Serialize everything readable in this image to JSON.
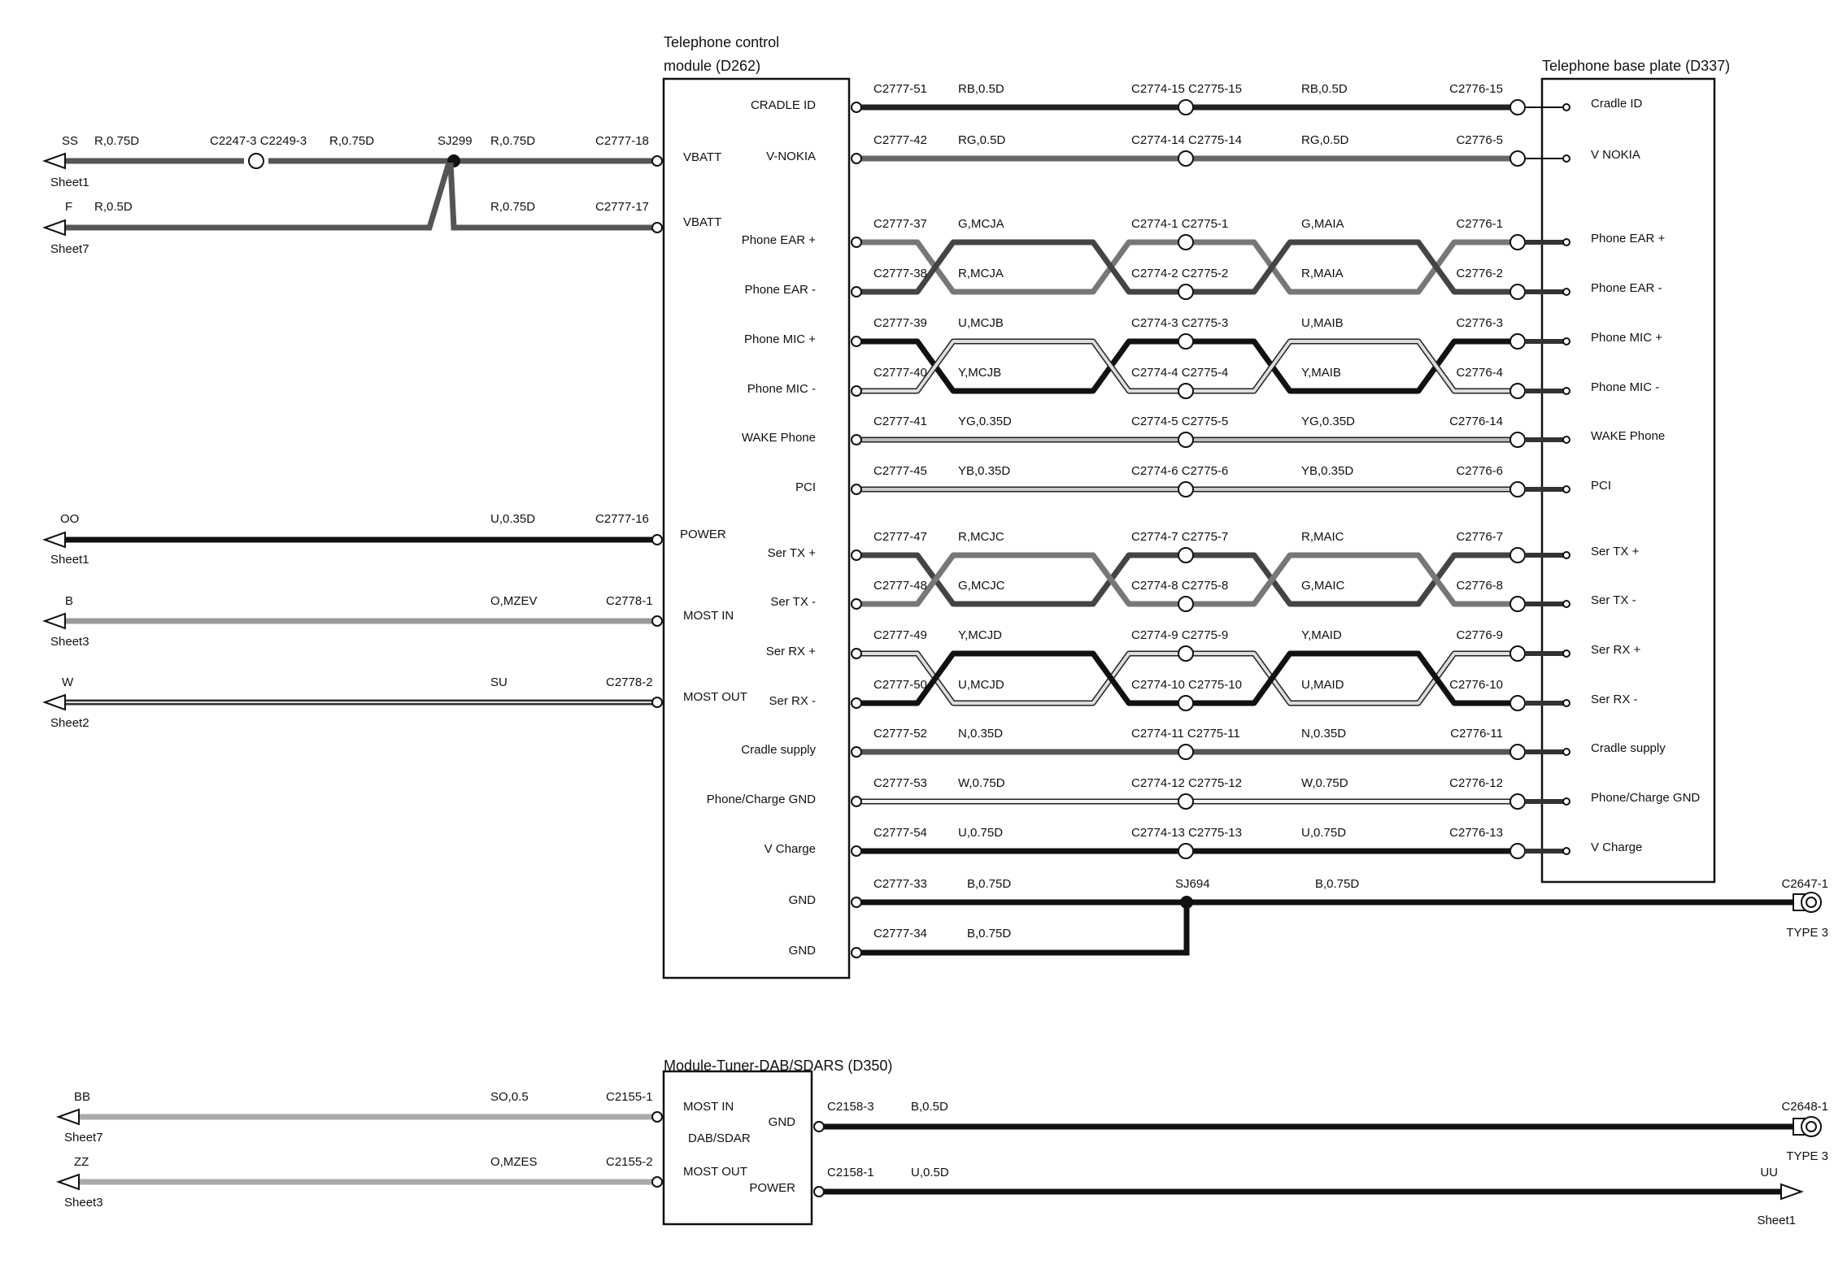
{
  "modules": {
    "tcm": {
      "title_line1": "Telephone control",
      "title_line2": "module (D262)"
    },
    "tbp": {
      "title": "Telephone base plate (D337)"
    },
    "tuner": {
      "title": "Module-Tuner-DAB/SDARS (D350)",
      "center_label": "DAB/SDAR"
    }
  },
  "left_signals": [
    {
      "name": "SS",
      "sheet": "Sheet1",
      "wire_a": "R,0.75D",
      "splice_conn": "C2247-3 C2249-3",
      "wire_b": "R,0.75D",
      "splice_node": "SJ299",
      "wire_c": "R,0.75D",
      "conn": "C2777-18",
      "pin": "VBATT",
      "color": "#555555"
    },
    {
      "name": "F",
      "sheet": "Sheet7",
      "wire_a": "R,0.5D",
      "wire_c": "R,0.75D",
      "conn": "C2777-17",
      "pin": "VBATT",
      "color": "#555555"
    },
    {
      "name": "OO",
      "sheet": "Sheet1",
      "wire_c": "U,0.35D",
      "conn": "C2777-16",
      "pin": "POWER",
      "color": "#111111"
    },
    {
      "name": "B",
      "sheet": "Sheet3",
      "wire_c": "O,MZEV",
      "conn": "C2778-1",
      "pin": "MOST IN",
      "color": "#999999"
    },
    {
      "name": "W",
      "sheet": "Sheet2",
      "wire_c": "SU",
      "conn": "C2778-2",
      "pin": "MOST OUT",
      "color": "#333333"
    }
  ],
  "phone_lines": [
    {
      "tcm_pin": "CRADLE ID",
      "c1": "C2777-51",
      "w1": "RB,0.5D",
      "c2": "C2774-15 C2775-15",
      "w2": "RB,0.5D",
      "c3": "C2776-15",
      "tbp_pin": "Cradle ID",
      "color": "#222222"
    },
    {
      "tcm_pin": "V-NOKIA",
      "c1": "C2777-42",
      "w1": "RG,0.5D",
      "c2": "C2774-14 C2775-14",
      "w2": "RG,0.5D",
      "c3": "C2776-5",
      "tbp_pin": "V NOKIA",
      "color": "#666666"
    },
    {
      "tcm_pin": "Phone EAR +",
      "c1": "C2777-37",
      "w1": "G,MCJA",
      "c2": "C2774-1 C2775-1",
      "w2": "G,MAIA",
      "c3": "C2776-1",
      "tbp_pin": "Phone EAR +",
      "color": "#777777"
    },
    {
      "tcm_pin": "Phone EAR -",
      "c1": "C2777-38",
      "w1": "R,MCJA",
      "c2": "C2774-2 C2775-2",
      "w2": "R,MAIA",
      "c3": "C2776-2",
      "tbp_pin": "Phone EAR -",
      "color": "#444444"
    },
    {
      "tcm_pin": "Phone MIC +",
      "c1": "C2777-39",
      "w1": "U,MCJB",
      "c2": "C2774-3 C2775-3",
      "w2": "U,MAIB",
      "c3": "C2776-3",
      "tbp_pin": "Phone MIC +",
      "color": "#111111"
    },
    {
      "tcm_pin": "Phone MIC -",
      "c1": "C2777-40",
      "w1": "Y,MCJB",
      "c2": "C2774-4 C2775-4",
      "w2": "Y,MAIB",
      "c3": "C2776-4",
      "tbp_pin": "Phone MIC -",
      "color": "#dddddd"
    },
    {
      "tcm_pin": "WAKE Phone",
      "c1": "C2777-41",
      "w1": "YG,0.35D",
      "c2": "C2774-5 C2775-5",
      "w2": "YG,0.35D",
      "c3": "C2776-14",
      "tbp_pin": "WAKE Phone",
      "color": "#bbbbbb"
    },
    {
      "tcm_pin": "PCI",
      "c1": "C2777-45",
      "w1": "YB,0.35D",
      "c2": "C2774-6 C2775-6",
      "w2": "YB,0.35D",
      "c3": "C2776-6",
      "tbp_pin": "PCI",
      "color": "#cccccc"
    },
    {
      "tcm_pin": "Ser TX +",
      "c1": "C2777-47",
      "w1": "R,MCJC",
      "c2": "C2774-7 C2775-7",
      "w2": "R,MAIC",
      "c3": "C2776-7",
      "tbp_pin": "Ser TX +",
      "color": "#444444"
    },
    {
      "tcm_pin": "Ser TX -",
      "c1": "C2777-48",
      "w1": "G,MCJC",
      "c2": "C2774-8 C2775-8",
      "w2": "G,MAIC",
      "c3": "C2776-8",
      "tbp_pin": "Ser TX -",
      "color": "#777777"
    },
    {
      "tcm_pin": "Ser RX +",
      "c1": "C2777-49",
      "w1": "Y,MCJD",
      "c2": "C2774-9 C2775-9",
      "w2": "Y,MAID",
      "c3": "C2776-9",
      "tbp_pin": "Ser RX +",
      "color": "#dddddd"
    },
    {
      "tcm_pin": "Ser RX -",
      "c1": "C2777-50",
      "w1": "U,MCJD",
      "c2": "C2774-10 C2775-10",
      "w2": "U,MAID",
      "c3": "C2776-10",
      "tbp_pin": "Ser RX -",
      "color": "#111111"
    },
    {
      "tcm_pin": "Cradle supply",
      "c1": "C2777-52",
      "w1": "N,0.35D",
      "c2": "C2774-11 C2775-11",
      "w2": "N,0.35D",
      "c3": "C2776-11",
      "tbp_pin": "Cradle supply",
      "color": "#555555"
    },
    {
      "tcm_pin": "Phone/Charge GND",
      "c1": "C2777-53",
      "w1": "W,0.75D",
      "c2": "C2774-12 C2775-12",
      "w2": "W,0.75D",
      "c3": "C2776-12",
      "tbp_pin": "Phone/Charge GND",
      "color": "#f4f4f4"
    },
    {
      "tcm_pin": "V Charge",
      "c1": "C2777-54",
      "w1": "U,0.75D",
      "c2": "C2774-13 C2775-13",
      "w2": "U,0.75D",
      "c3": "C2776-13",
      "tbp_pin": "V Charge",
      "color": "#111111"
    }
  ],
  "ground": {
    "pin1": "GND",
    "conn1": "C2777-33",
    "wire1": "B,0.75D",
    "pin2": "GND",
    "conn2": "C2777-34",
    "wire2": "B,0.75D",
    "splice": "SJ694",
    "wire3": "B,0.75D",
    "eyelet_conn": "C2647-1",
    "eyelet_type": "TYPE 3"
  },
  "tuner_inputs": [
    {
      "name": "BB",
      "sheet": "Sheet7",
      "wire": "SO,0.5",
      "conn": "C2155-1",
      "pin": "MOST IN",
      "color": "#aaaaaa"
    },
    {
      "name": "ZZ",
      "sheet": "Sheet3",
      "wire": "O,MZES",
      "conn": "C2155-2",
      "pin": "MOST OUT",
      "color": "#aaaaaa"
    }
  ],
  "tuner_outputs": [
    {
      "pin": "GND",
      "conn": "C2158-3",
      "wire": "B,0.5D",
      "end_conn": "C2648-1",
      "end_label": "TYPE 3",
      "end_kind": "eyelet"
    },
    {
      "pin": "POWER",
      "conn": "C2158-1",
      "wire": "U,0.5D",
      "end_conn": "UU",
      "end_label": "Sheet1",
      "end_kind": "arrow"
    }
  ],
  "colors": {
    "black": "#111111",
    "dark": "#444444",
    "mid": "#777777",
    "light": "#bbbbbb",
    "outline": "#111111"
  }
}
